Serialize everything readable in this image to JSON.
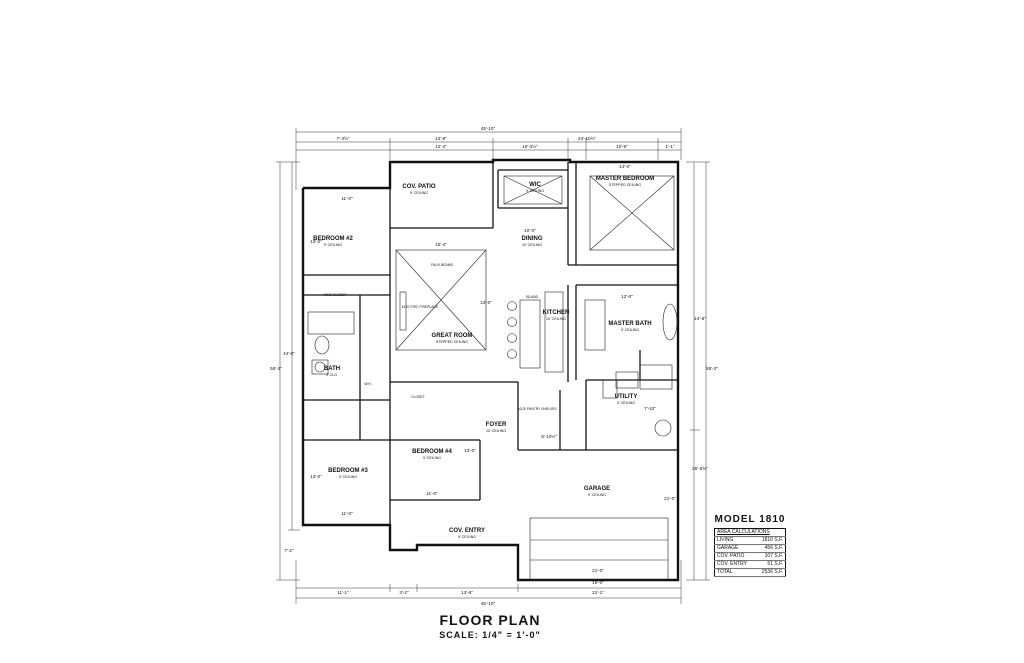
{
  "plan": {
    "title": "FLOOR PLAN",
    "scale": "SCALE: 1/4\" = 1'-0\"",
    "model": "MODEL 1810",
    "area_heading": "AREA CALCULATIONS",
    "areas": [
      {
        "label": "LIVING",
        "value": "1810 S.F."
      },
      {
        "label": "GARAGE",
        "value": "456 S.F."
      },
      {
        "label": "COV. PATIO",
        "value": "107 S.F."
      },
      {
        "label": "COV. ENTRY",
        "value": "51 S.F."
      },
      {
        "label": "TOTAL",
        "value": "2536 S.F."
      }
    ]
  },
  "rooms": {
    "patio": {
      "name": "COV. PATIO",
      "ceiling": "9' CEILING"
    },
    "wic": {
      "name": "WIC",
      "ceiling": "9' CEILING"
    },
    "master": {
      "name": "MASTER BEDROOM",
      "ceiling": "STEPPED CEILING"
    },
    "bed2": {
      "name": "BEDROOM #2",
      "ceiling": "9' CEILING"
    },
    "dining": {
      "name": "DINING",
      "ceiling": "10' CEILING"
    },
    "great": {
      "name": "GREAT ROOM",
      "ceiling": "STEPPED CEILING"
    },
    "kitchen": {
      "name": "KITCHEN",
      "ceiling": "10' CEILING"
    },
    "mbath": {
      "name": "MASTER BATH",
      "ceiling": "9' CEILING"
    },
    "bath": {
      "name": "BATH",
      "ceiling": "9' CLG."
    },
    "bed4": {
      "name": "BEDROOM #4",
      "ceiling": "9' CEILING"
    },
    "bed3": {
      "name": "BEDROOM #3",
      "ceiling": "9' CEILING"
    },
    "foyer": {
      "name": "FOYER",
      "ceiling": "10' CEILING"
    },
    "utility": {
      "name": "UTILITY",
      "ceiling": "9' CEILING"
    },
    "garage": {
      "name": "GARAGE",
      "ceiling": "9' CEILING"
    },
    "entry": {
      "name": "COV. ENTRY",
      "ceiling": "9' CEILING"
    }
  },
  "notes": {
    "fireplace": "ELECTRIC FIREPLACE",
    "pantry": "ADJS PANTRY SHELVES",
    "closet": "CLOSET",
    "adjs_closet": "ADJS CLOSET",
    "island": "ISLAND",
    "fauxbeams": "FAUX BEAMS",
    "wh": "W.H."
  },
  "dims": {
    "top_overall": "45'-10\"",
    "top_a": "7'-3½\"",
    "top_b": "13'-8\"",
    "top_c": "24'-10½\"",
    "patio_w": "12'-4\"",
    "t1": "10'-3½\"",
    "t2": "10'-6\"",
    "t3": "1'-1\"",
    "master_w": "14'-0\"",
    "bed2_w": "11'-0\"",
    "bed2_h": "13'-0\"",
    "great_w": "15'-4\"",
    "great_h": "13'-0\"",
    "dining_w": "10'-0\"",
    "bed4_h": "13'-0\"",
    "bed4_w": "11'-0\"",
    "bed3_w": "11'-0\"",
    "bed3_h": "13'-0\"",
    "garage_w": "21'-0\"",
    "garage_h": "21'-0\"",
    "door": "16'-0\"",
    "bottom_overall": "45'-10\"",
    "bottom_a": "11'-1\"",
    "bottom_b": "3'-2\"",
    "bottom_c": "13'-6\"",
    "bottom_d": "21'-1\"",
    "left_overall": "55'-3\"",
    "left_b": "44'-0\"",
    "left_c": "7'-2\"",
    "right_overall": "55'-3\"",
    "right_a": "26'-6⅝\"",
    "right_b": "14'-8\"",
    "utility_w": "7'-10\"",
    "foyer_w": "8'-10½\"",
    "mbath_w": "12'-0\""
  }
}
